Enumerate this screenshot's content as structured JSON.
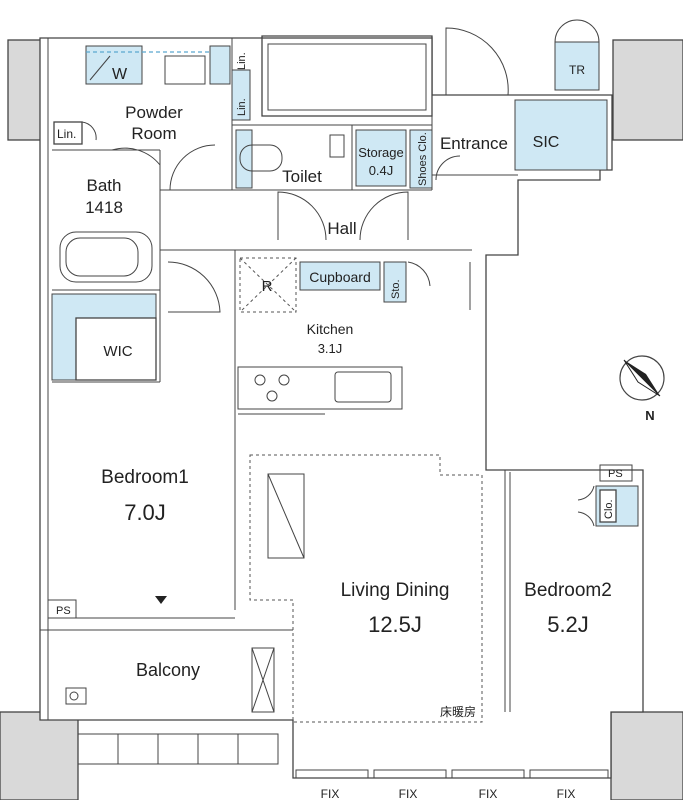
{
  "rooms": {
    "w": "W",
    "powder_room_line1": "Powder",
    "powder_room_line2": "Room",
    "linen_1": "Lin.",
    "linen_2": "Lin.",
    "linen_3": "Lin.",
    "bath": "Bath",
    "bath_size": "1418",
    "toilet": "Toilet",
    "storage": "Storage",
    "storage_size": "0.4J",
    "shoes_closet": "Shoes Clo.",
    "entrance": "Entrance",
    "sic": "SIC",
    "tr": "TR",
    "hall": "Hall",
    "refrigerator": "R",
    "cupboard": "Cupboard",
    "storage_small": "Sto.",
    "kitchen": "Kitchen",
    "kitchen_size": "3.1J",
    "wic": "WIC",
    "bedroom1": "Bedroom1",
    "bedroom1_size": "7.0J",
    "living_dining": "Living Dining",
    "living_dining_size": "12.5J",
    "floor_heating": "床暖房",
    "bedroom2": "Bedroom2",
    "bedroom2_size": "5.2J",
    "closet": "Clo.",
    "ps_1": "PS",
    "ps_2": "PS",
    "balcony": "Balcony"
  },
  "windows": {
    "fix_1": "FIX",
    "fix_2": "FIX",
    "fix_3": "FIX",
    "fix_4": "FIX"
  },
  "compass": {
    "north": "N"
  },
  "colors": {
    "fixture_blue": "#cfe8f4",
    "wall": "#444444",
    "grey_block": "#d9d9d9"
  }
}
